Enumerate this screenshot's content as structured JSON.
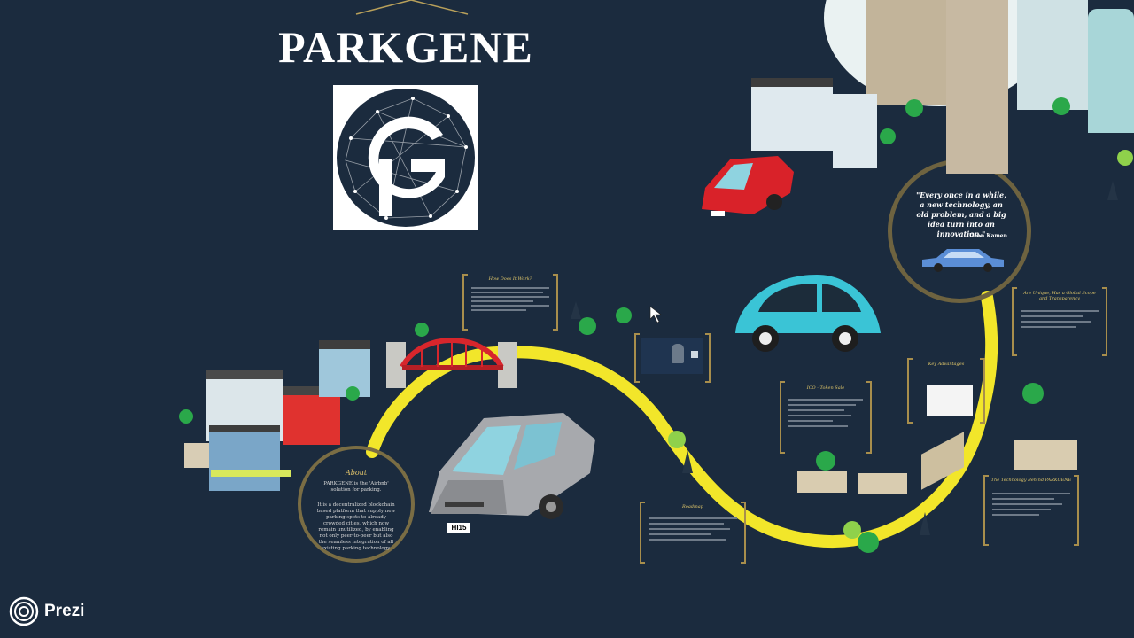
{
  "presentation": {
    "title": "PARKGENE",
    "logo_letter": "G"
  },
  "about": {
    "title": "About",
    "p1": "PARKGENE is the 'Airbnb' solution for parking.",
    "p2": "It is a decentralized blockchain based platform that supply new parking spots to already crowded cities, which now remain unutilized, by enabling not only peer-to-peer but also the seamless integration of all existing parking technology."
  },
  "quote": {
    "text": "\"Every once in a while, a new technology, an old problem, and a big idea turn into an innovation.\"",
    "author": "Dean Kamen"
  },
  "cards": {
    "how": {
      "title": "How Does It Work?"
    },
    "ico": {
      "title": "ICO - Token Sale"
    },
    "advantages": {
      "title": "Key Advantages"
    },
    "unique": {
      "title": "Are Unique, Has a Global Scope and Transparency"
    },
    "roadmap": {
      "title": "Roadmap"
    },
    "technology": {
      "title": "The Technology Behind PARKGENE"
    }
  },
  "cars": {
    "front_plate": "HI15"
  },
  "branding": {
    "prezi_label": "Prezi"
  },
  "colors": {
    "background": "#1b2b3e",
    "road": "#f2e62a",
    "gold": "#b8a05a",
    "white": "#ffffff"
  }
}
